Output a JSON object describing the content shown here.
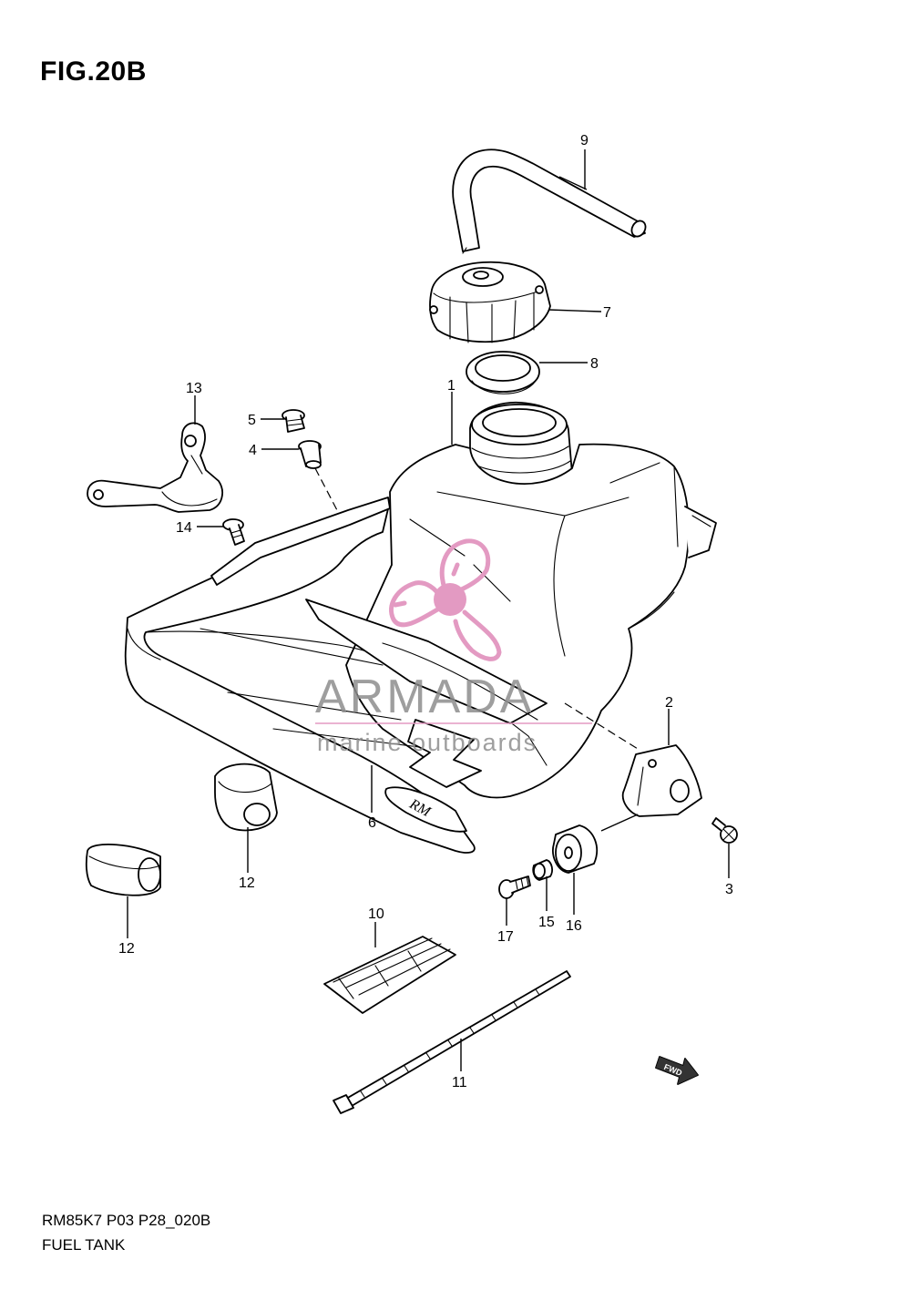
{
  "figure": {
    "title": "FIG.20B"
  },
  "callouts": {
    "c1": "1",
    "c2": "2",
    "c3": "3",
    "c4": "4",
    "c5": "5",
    "c6": "6",
    "c7": "7",
    "c8": "8",
    "c9": "9",
    "c10": "10",
    "c11": "11",
    "c12a": "12",
    "c12b": "12",
    "c13": "13",
    "c14": "14",
    "c15": "15",
    "c16": "16",
    "c17": "17"
  },
  "watermark": {
    "brand": "ARMADA",
    "tagline": "marine outboards",
    "logo_color": "#e39ac2"
  },
  "fwd_arrow": {
    "label": "FWD"
  },
  "tank_decal": {
    "label": "RM"
  },
  "footer": {
    "code": "RM85K7 P03 P28_020B",
    "name": "FUEL TANK"
  }
}
